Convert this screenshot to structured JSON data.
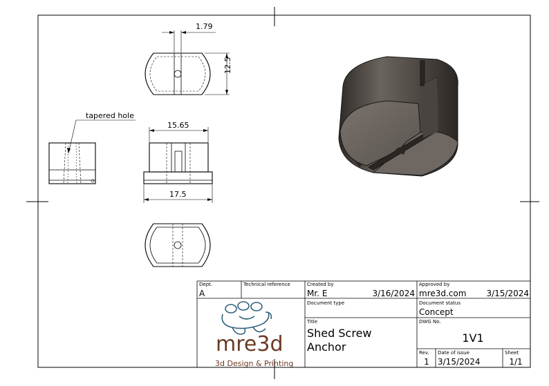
{
  "views": {
    "top": {
      "dim_slot": "1.79",
      "dim_height": "12.5"
    },
    "front": {
      "dim_inner": "15.65",
      "dim_outer": "17.5"
    },
    "side": {
      "annotation": "tapered hole"
    }
  },
  "title_block": {
    "dept_label": "Dept.",
    "dept_value": "A",
    "tech_ref_label": "Technical reference",
    "created_by_label": "Created by",
    "created_by_value": "Mr. E",
    "created_date": "3/16/2024",
    "approved_by_label": "Approved by",
    "approved_by_value": "mre3d.com",
    "approved_date": "3/15/2024",
    "doc_type_label": "Document type",
    "doc_status_label": "Document status",
    "doc_status_value": "Concept",
    "title_label": "Title",
    "title_line1": "Shed Screw",
    "title_line2": "Anchor",
    "dwg_no_label": "DWG No.",
    "dwg_no_value": "1V1",
    "rev_label": "Rev.",
    "rev_value": "1",
    "date_issue_label": "Date of issue",
    "date_issue_value": "3/15/2024",
    "sheet_label": "Sheet",
    "sheet_value": "1/1"
  },
  "logo": {
    "name": "mre3d",
    "tagline": "3d Design & Printing",
    "color": "#6b3a24",
    "accent": "#2e5f7a"
  },
  "colors": {
    "body_dark": "#3f3a36",
    "body_mid": "#6a645e",
    "body_light": "#8e8780"
  }
}
